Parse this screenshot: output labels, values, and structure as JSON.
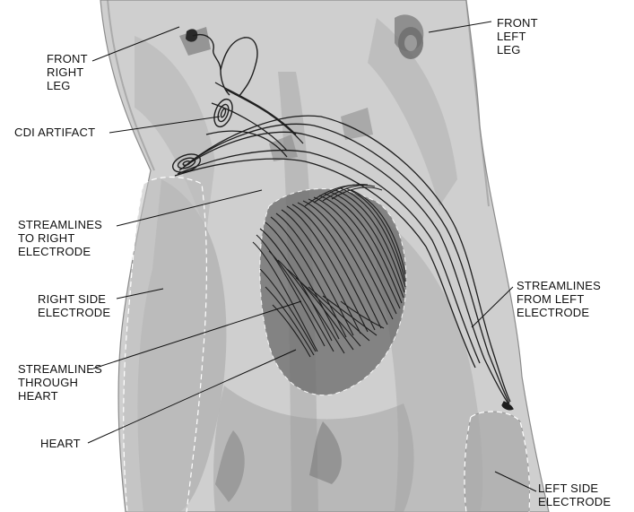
{
  "labels": {
    "front_right_leg": [
      "FRONT",
      "RIGHT",
      "LEG"
    ],
    "front_left_leg": [
      "FRONT",
      "LEFT",
      "LEG"
    ],
    "cdi_artifact": [
      "CDI ARTIFACT"
    ],
    "streamlines_to_right": [
      "STREAMLINES",
      "TO RIGHT",
      "ELECTRODE"
    ],
    "right_side_electrode": [
      "RIGHT SIDE",
      "ELECTRODE"
    ],
    "streamlines_from_left": [
      "STREAMLINES",
      "FROM LEFT",
      "ELECTRODE"
    ],
    "streamlines_through_heart": [
      "STREAMLINES",
      "THROUGH",
      "HEART"
    ],
    "heart": [
      "HEART"
    ],
    "left_side_electrode": [
      "LEFT SIDE",
      "ELECTRODE"
    ]
  },
  "colors": {
    "torso_fill": "#c9c9c9",
    "torso_shadow": "#9a9a9a",
    "organ_fill": "#8a8a8a",
    "heart_fill": "#5e5e5e",
    "streamline": "#1e1e1e",
    "electrode_outline": "#ffffff",
    "leader_line": "#111111"
  }
}
